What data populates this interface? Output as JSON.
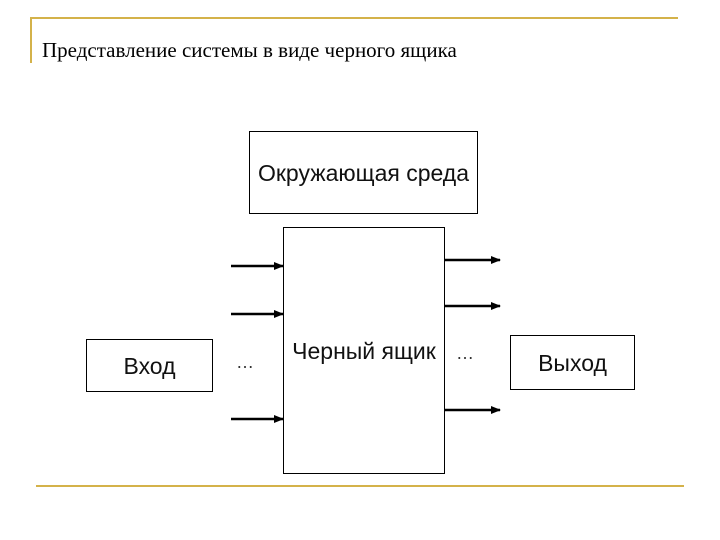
{
  "title": "Представление системы в виде черного ящика",
  "diagram": {
    "environment_label": "Окружающая среда",
    "black_box_label": "Черный ящик",
    "input_label": "Вход",
    "output_label": "Выход",
    "input_dots": "…",
    "output_dots": "…"
  },
  "colors": {
    "frame_accent": "#d4b24a",
    "stroke": "#000000"
  }
}
